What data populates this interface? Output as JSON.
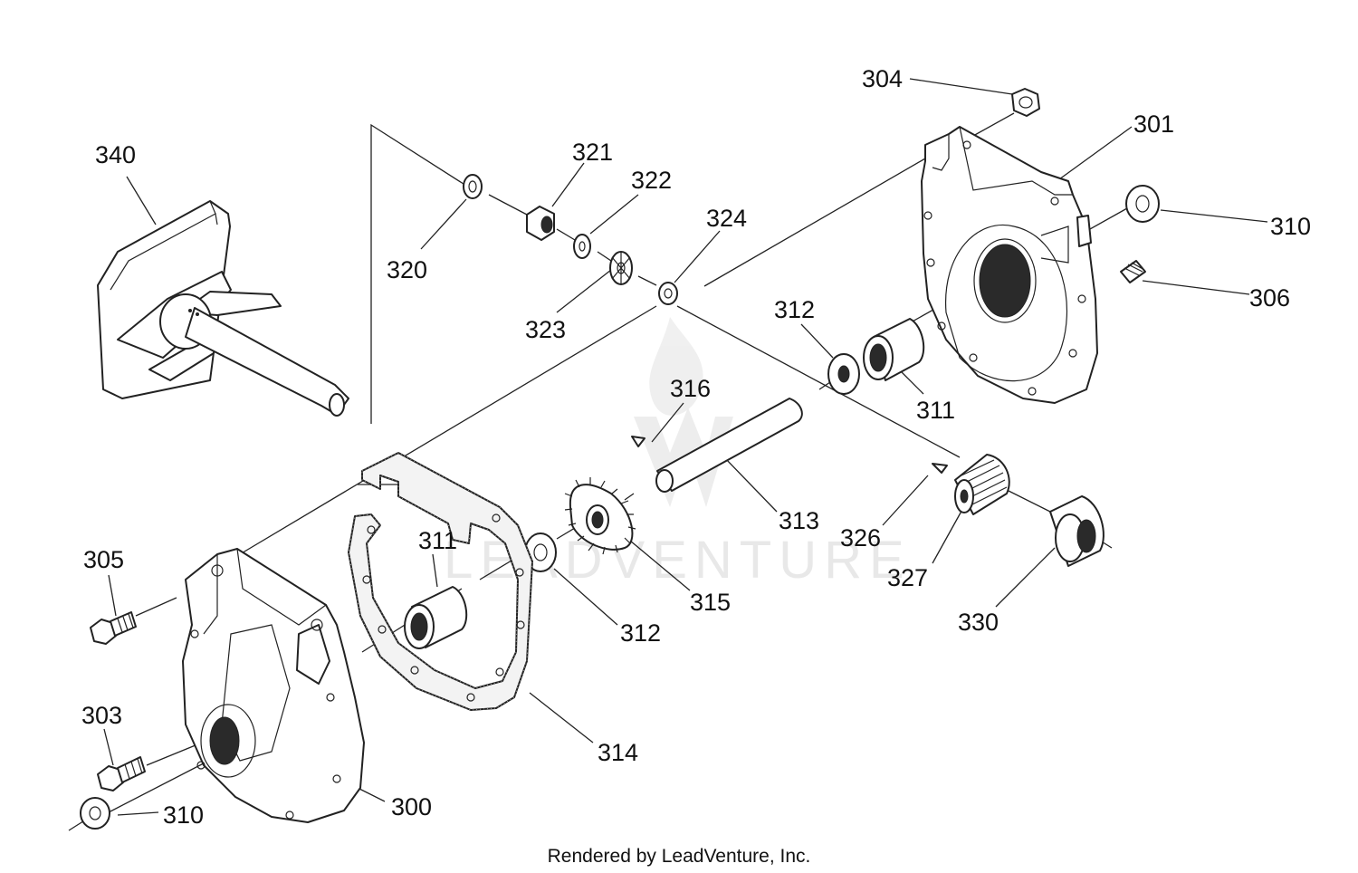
{
  "diagram": {
    "watermark": "LEADVENTURE",
    "footer": "Rendered by LeadVenture, Inc.",
    "callouts": [
      "304",
      "301",
      "340",
      "321",
      "322",
      "324",
      "310",
      "306",
      "320",
      "323",
      "312",
      "311",
      "316",
      "313",
      "326",
      "305",
      "311",
      "315",
      "327",
      "312",
      "330",
      "303",
      "314",
      "310",
      "300"
    ],
    "parts": [
      "impeller-shaft-assembly",
      "gear-case-right",
      "gear-case-left",
      "gasket",
      "worm-gear",
      "worm",
      "spacer"
    ]
  }
}
